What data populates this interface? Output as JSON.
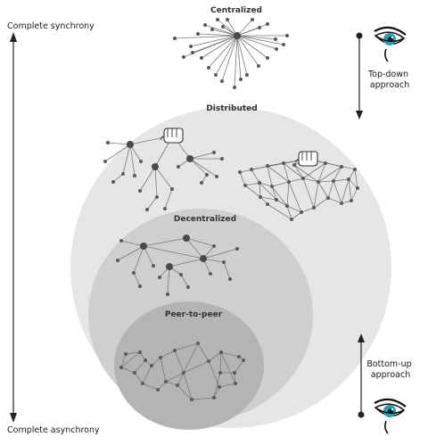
{
  "axis": {
    "top_label": "Complete synchrony",
    "bottom_label": "Complete asynchrony"
  },
  "approaches": {
    "top": [
      "Top-down",
      "approach"
    ],
    "bottom": [
      "Bottom-up",
      "approach"
    ]
  },
  "sections": {
    "centralized": "Centralized",
    "distributed": "Distributed",
    "decentralized": "Decentralized",
    "peer_to_peer": "Peer-to-peer"
  },
  "colors": {
    "outer_circle": "#e6e6e6",
    "middle_circle": "#cfcfcf",
    "inner_circle": "#b4b4b4",
    "node": "#5a5a5a",
    "edge": "#7a7a7a",
    "eye_iris": "#2a9bb0"
  },
  "icons": [
    "eye-icon",
    "hand-icon"
  ]
}
